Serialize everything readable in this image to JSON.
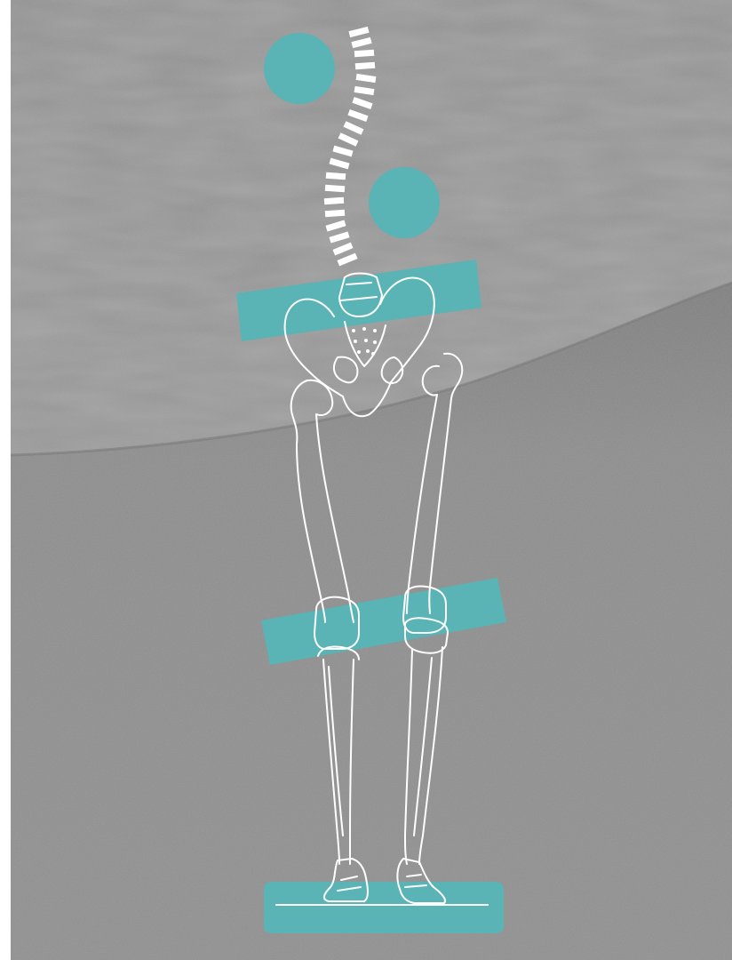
{
  "colors": {
    "accent_teal": "#5ab3b4",
    "outline": "#ffffff",
    "background_upper": "#8f8f8f",
    "background_lower": "#8a8a8a",
    "left_margin": "#ffffff"
  },
  "figure": {
    "subject": "posture-alignment-skeleton",
    "markers": [
      "head-circle",
      "thorax-circle",
      "pelvis-bar",
      "knee-bar",
      "foot-bar"
    ],
    "icons": [
      "spine-icon",
      "pelvis-icon",
      "femur-icon",
      "tibia-icon",
      "foot-icon"
    ]
  }
}
